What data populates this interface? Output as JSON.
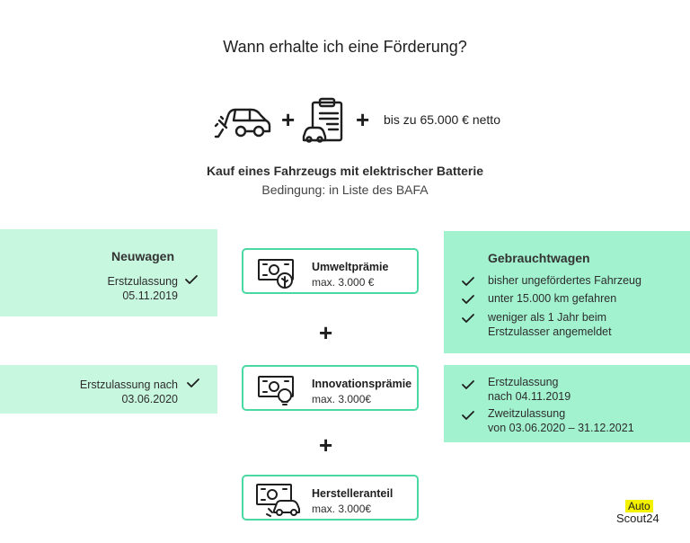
{
  "title": "Wann erhalte ich eine Förderung?",
  "header_icons": [
    "ev-car-plug-icon",
    "clipboard-car-icon"
  ],
  "plus_sign": "+",
  "price_limit": "bis zu 65.000 € netto",
  "subtitle": "Kauf eines Fahrzeugs mit elektrischer Batterie",
  "condition": "Bedingung: in Liste des BAFA",
  "neuwagen": {
    "heading": "Neuwagen",
    "row1_line1": "Erstzulassung",
    "row1_line2": "05.11.2019",
    "row2_line1": "Erstzulassung nach",
    "row2_line2": "03.06.2020"
  },
  "gebrauchtwagen": {
    "heading": "Gebrauchtwagen",
    "items": [
      "bisher ungefördertes Fahrzeug",
      "unter 15.000 km gefahren",
      "weniger als 1 Jahr beim"
    ],
    "item3_line2": "Erstzulasser angemeldet",
    "row2_item1_line1": "Erstzulassung",
    "row2_item1_line2": "nach 04.11.2019",
    "row2_item2_line1": "Zweitzulassung",
    "row2_item2_line2": "von 03.06.2020 – 31.12.2021"
  },
  "cards": [
    {
      "name": "Umweltprämie",
      "value": "max. 3.000 €",
      "icon": "money-leaf-icon"
    },
    {
      "name": "Innovationsprämie",
      "value": "max. 3.000€",
      "icon": "money-lightbulb-icon"
    },
    {
      "name": "Herstelleranteil",
      "value": "max. 3.000€",
      "icon": "money-car-icon"
    }
  ],
  "logo": {
    "top": "Auto",
    "bottom": "Scout24"
  },
  "colors": {
    "accent_border": "#4bd9a3",
    "panel_light": "#c8f7df",
    "panel_dark": "#a2f2cf",
    "logo_yellow": "#f5f200"
  }
}
